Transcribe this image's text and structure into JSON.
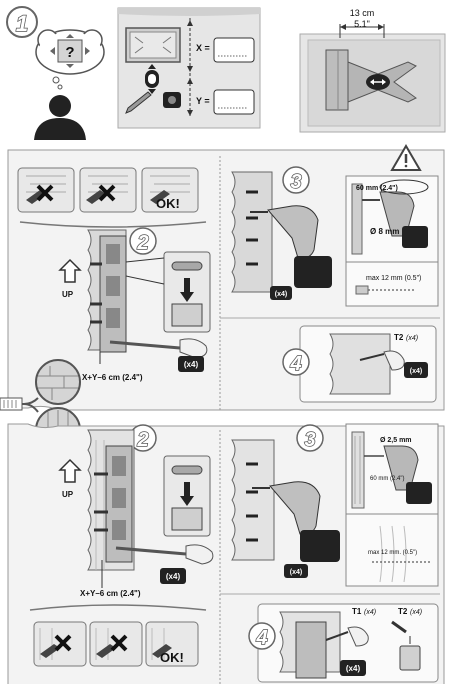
{
  "top": {
    "step": "1",
    "question_mark": "?",
    "x_label": "X =",
    "y_label": "Y =",
    "dim_cm": "13 cm",
    "dim_in": "5.1\""
  },
  "brick": {
    "step2": "2",
    "step3": "3",
    "step4": "4",
    "up_label": "UP",
    "ok_label": "OK!",
    "x4_a": "(x4)",
    "x4_b": "(x4)",
    "x4_c": "(x4)",
    "formula": "X+Y–6 cm (2.4\")",
    "depth": "60 mm (2.4\")",
    "drill_dia": "Ø 8 mm",
    "max_depth": "max 12 mm (0.5\")",
    "t2": "T2",
    "t2_count": "(x4)"
  },
  "wood": {
    "step2": "2",
    "step3": "3",
    "step4": "4",
    "up_label": "UP",
    "ok_label": "OK!",
    "x4_a": "(x4)",
    "x4_b": "(x4)",
    "x4_c": "(x4)",
    "formula": "X+Y–6 cm (2.4\")",
    "drill_dia": "Ø 2,5 mm",
    "depth": "60 mm (2.4\")",
    "max_depth": "max 12 mm. (0.5\")",
    "t1": "T1",
    "t1_count": "(x4)",
    "t2": "T2",
    "t2_count": "(x4)"
  },
  "icons": [
    "person-icon",
    "thought-bubble-icon",
    "tv-outline-icon",
    "level-icon",
    "pencil-icon",
    "tape-measure-icon",
    "warning-icon",
    "drill-icon",
    "screwdriver-icon",
    "wall-plug-icon",
    "brick-wall-icon",
    "wood-wall-icon"
  ]
}
